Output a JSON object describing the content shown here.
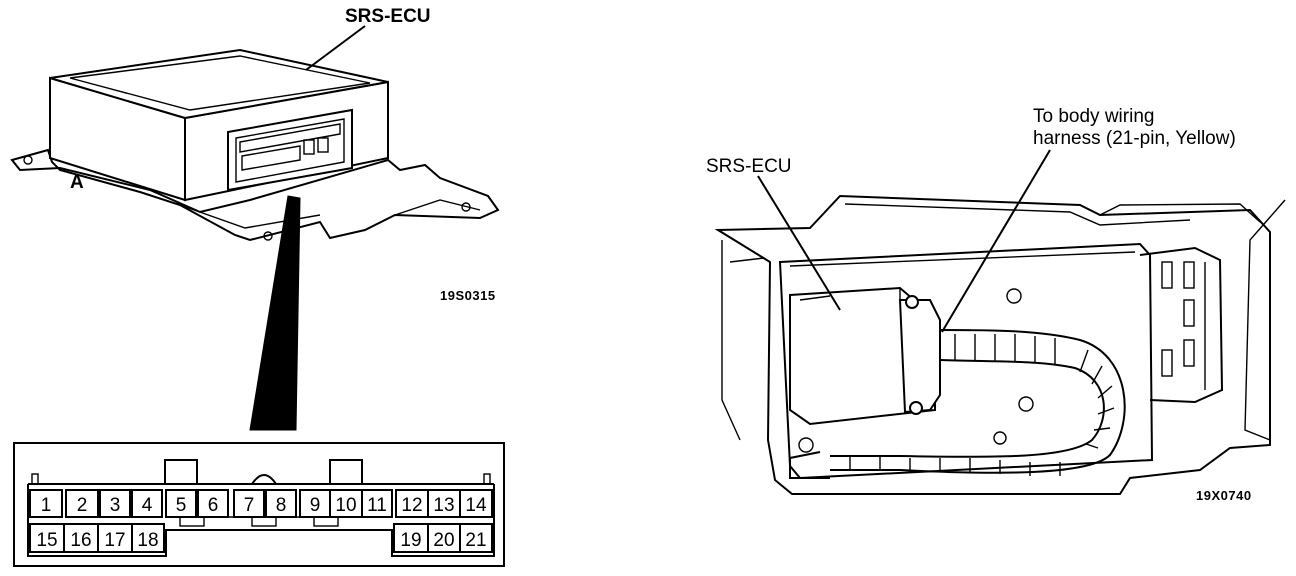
{
  "left_figure": {
    "title": "SRS-ECU",
    "point_label": "A",
    "figure_code": "19S0315",
    "connector_pins_row1": [
      "1",
      "2",
      "3",
      "4",
      "5",
      "6",
      "7",
      "8",
      "9",
      "10",
      "11",
      "12",
      "13",
      "14"
    ],
    "connector_pins_row2_left": [
      "15",
      "16",
      "17",
      "18"
    ],
    "connector_pins_row2_right": [
      "19",
      "20",
      "21"
    ]
  },
  "right_figure": {
    "ecu_label": "SRS-ECU",
    "harness_label_line1": "To body wiring",
    "harness_label_line2": "harness (21-pin, Yellow)",
    "figure_code": "19X0740"
  },
  "colors": {
    "ink": "#000000",
    "paper": "#ffffff"
  }
}
